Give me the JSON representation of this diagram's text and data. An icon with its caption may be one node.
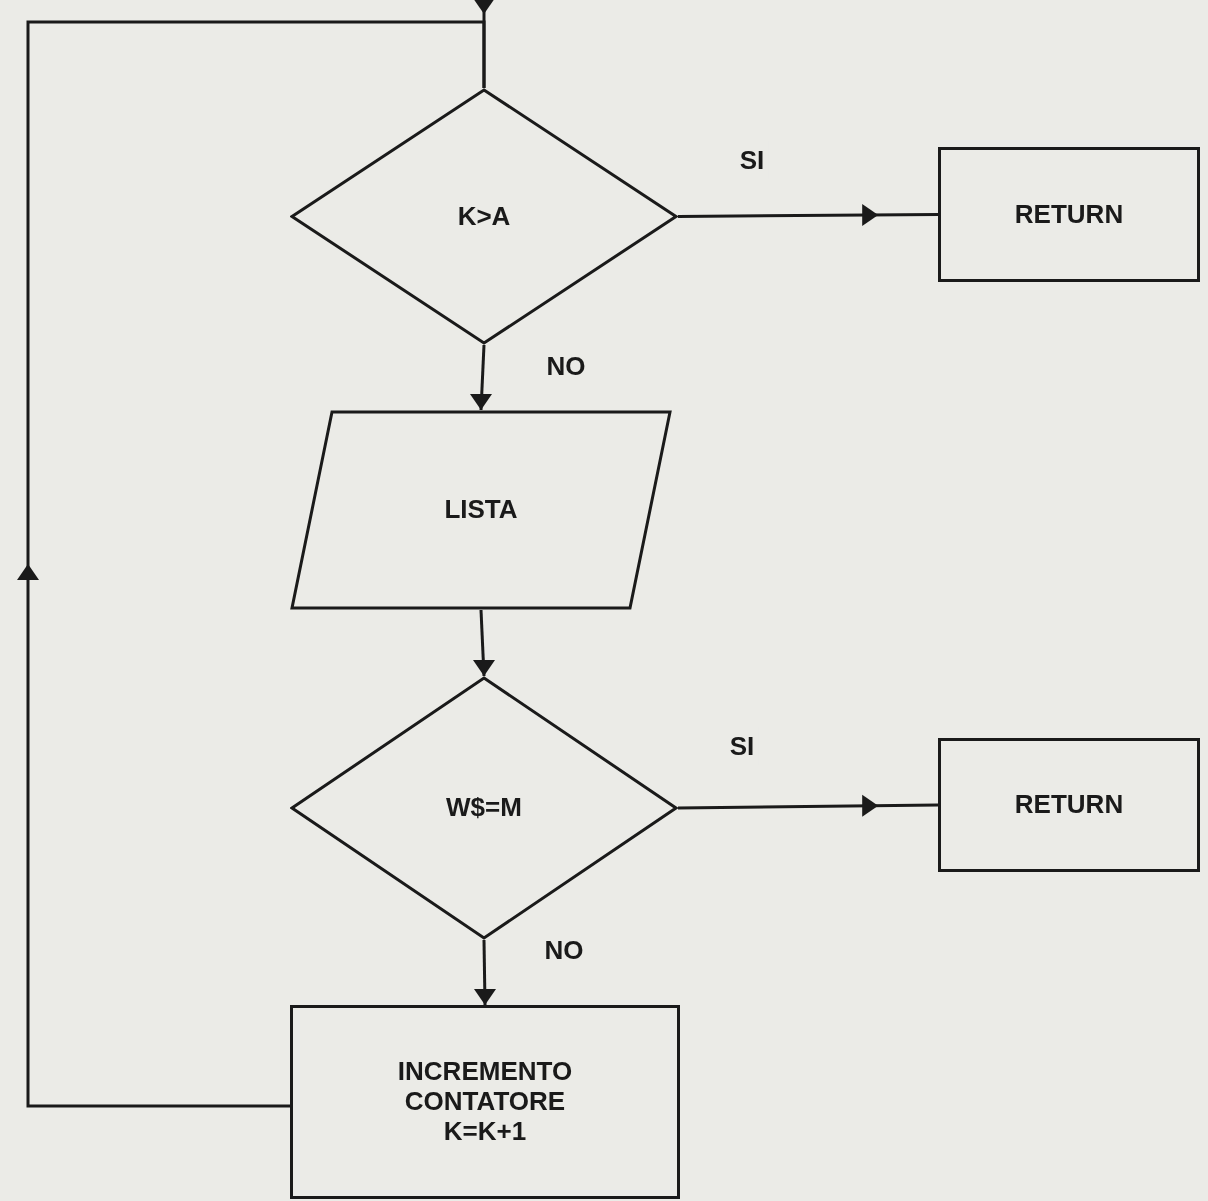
{
  "diagram": {
    "nodes": [
      {
        "text": [
          "K>A"
        ]
      },
      {
        "text": [
          "RETURN"
        ]
      },
      {
        "text": [
          "LISTA"
        ]
      },
      {
        "text": [
          "W$=M"
        ]
      },
      {
        "text": [
          "RETURN"
        ]
      },
      {
        "text": [
          "INCREMENTO CONTATORE K=K+1"
        ]
      }
    ],
    "edges": [
      {
        "from": null,
        "to": 0,
        "arrow": "to"
      },
      {
        "from": 0,
        "to": 1,
        "arrow": "to",
        "label": "SI"
      },
      {
        "from": 0,
        "to": 2,
        "arrow": "to",
        "label": "NO"
      },
      {
        "from": 2,
        "to": 3,
        "arrow": "to"
      },
      {
        "from": 3,
        "to": 4,
        "arrow": "to",
        "label": "SI"
      },
      {
        "from": 3,
        "to": 5,
        "arrow": "to",
        "label": "NO"
      },
      {
        "from": 5,
        "to": 0,
        "arrow": "to"
      }
    ]
  }
}
